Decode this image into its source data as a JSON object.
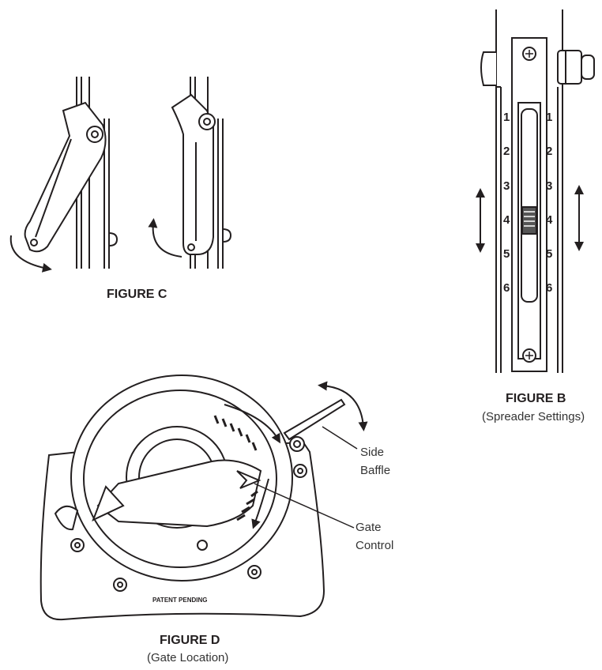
{
  "figure_c": {
    "title": "FIGURE C"
  },
  "figure_b": {
    "title": "FIGURE B",
    "subtitle": "(Spreader Settings)",
    "scale_numbers": [
      "1",
      "2",
      "3",
      "4",
      "5",
      "6"
    ]
  },
  "figure_d": {
    "title": "FIGURE D",
    "subtitle": "(Gate Location)",
    "imprint": "PATENT PENDING"
  },
  "callouts": {
    "side": "Side",
    "baffle": "Baffle",
    "gate": "Gate",
    "control": "Control"
  },
  "colors": {
    "line": "#231f20",
    "fill": "#ffffff",
    "shade": "#cfcfcf"
  }
}
